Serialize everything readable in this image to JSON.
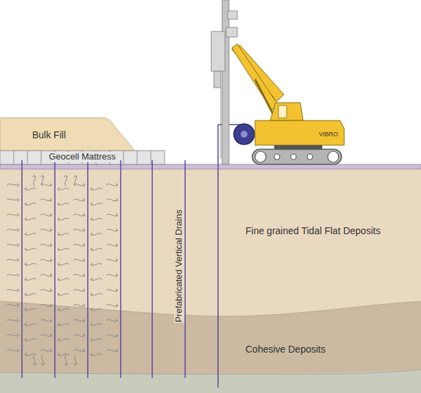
{
  "diagram": {
    "nodes": [
      {
        "text": [
          "Bulk Fill"
        ]
      },
      {
        "text": [
          "Geocell Mattress"
        ]
      },
      {
        "text": [
          "Fine grained Tidal Flat Deposits"
        ]
      },
      {
        "text": [
          "Cohesive Deposits"
        ]
      }
    ],
    "labels": [
      "Prefabricated Vertical Drains",
      "VIBRO"
    ]
  }
}
